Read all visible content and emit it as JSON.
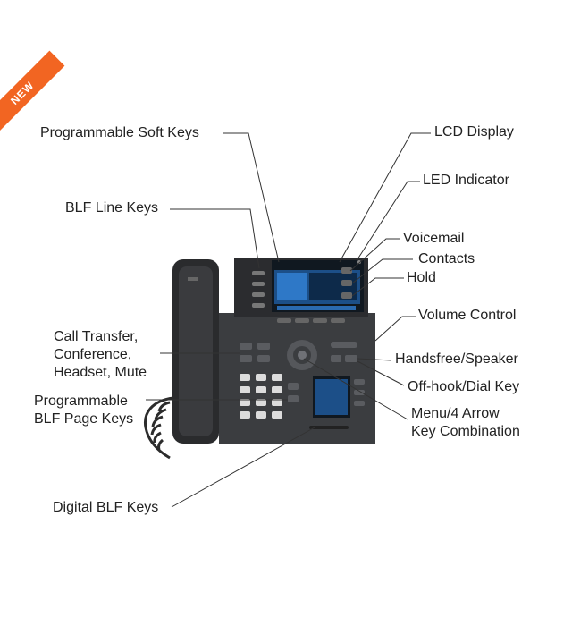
{
  "badge": {
    "text": "NEW",
    "color": "#f26522"
  },
  "callouts": {
    "soft_keys": "Programmable Soft Keys",
    "lcd_display": "LCD Display",
    "led_indicator": "LED Indicator",
    "blf_line_keys": "BLF Line Keys",
    "voicemail": "Voicemail",
    "contacts": "Contacts",
    "hold": "Hold",
    "volume_control": "Volume Control",
    "call_transfer": [
      "Call Transfer,",
      "Conference,",
      "Headset, Mute"
    ],
    "handsfree": "Handsfree/Speaker",
    "offhook": "Off-hook/Dial Key",
    "blf_page_keys": [
      "Programmable",
      "BLF Page Keys"
    ],
    "menu_arrow": [
      "Menu/4 Arrow",
      "Key Combination"
    ],
    "digital_blf": "Digital BLF Keys"
  },
  "phone": {
    "body_color": "#3b3d40",
    "screen_color": "#1c4f88",
    "handset_color": "#2a2b2d"
  }
}
